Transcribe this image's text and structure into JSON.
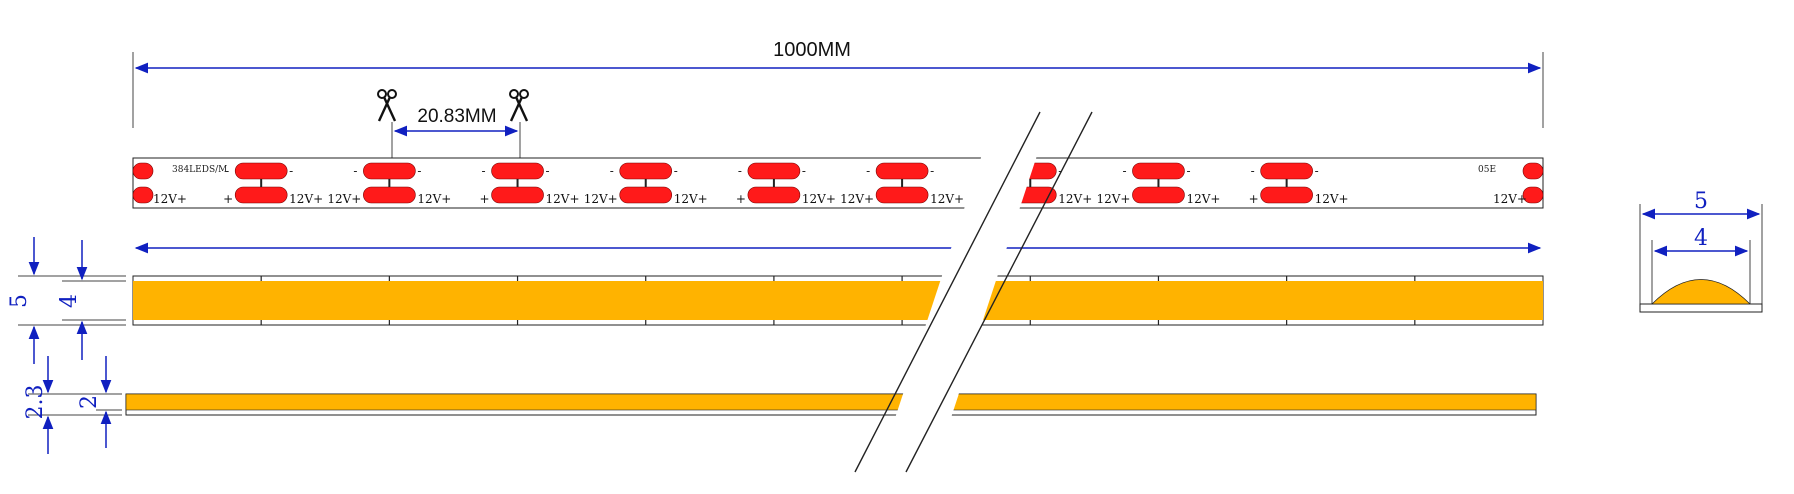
{
  "dimensions": {
    "total_length": "1000MM",
    "cut_interval": "20.83MM",
    "strip_width": "5",
    "chip_width": "4",
    "strip_thickness": "2.3",
    "chip_thickness": "2"
  },
  "strip_labels": {
    "density": "384LEDS/M",
    "series": "05E",
    "voltage": "12V+",
    "plus": "+",
    "minus": "-"
  },
  "section": {
    "width_outer": "5",
    "width_inner": "4"
  },
  "pcb_segments": 11,
  "colors": {
    "led_red": "#ff1a1a",
    "phosphor": "#ffb300",
    "dimension_blue": "#1020c0",
    "outline": "#222222"
  },
  "icons": {
    "cut_mark": "scissors-icon"
  }
}
